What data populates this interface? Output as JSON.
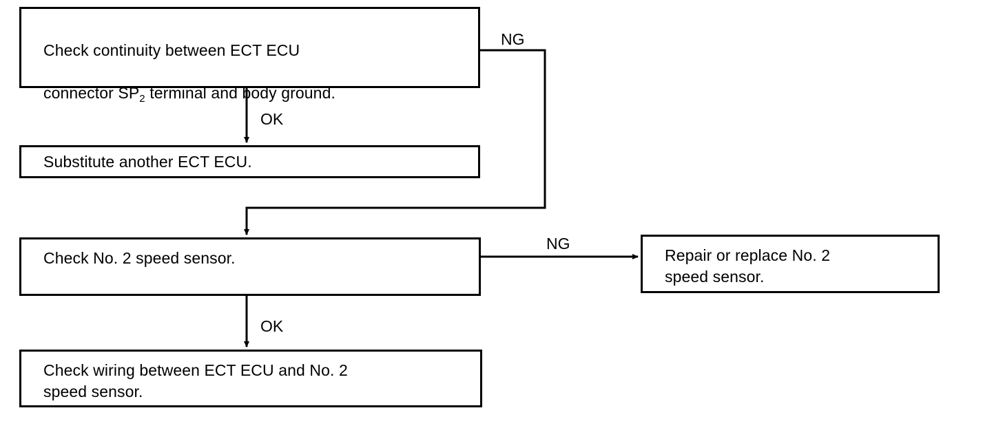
{
  "diagram": {
    "title": "ECT ECU No. 2 speed sensor troubleshooting flowchart",
    "type": "flowchart",
    "line_color": "#000000",
    "background_color": "#ffffff",
    "nodes": [
      {
        "id": "check-continuity",
        "line1": "Check continuity between ECT ECU",
        "line2_before": "connector SP",
        "line2_sub": "2",
        "line2_after": " terminal and body ground."
      },
      {
        "id": "substitute-ecu",
        "text": "Substitute another ECT ECU."
      },
      {
        "id": "check-speed-sensor",
        "text": "Check No. 2 speed sensor."
      },
      {
        "id": "repair-speed-sensor",
        "text": "Repair or replace No. 2\nspeed sensor."
      },
      {
        "id": "check-wiring",
        "text": "Check wiring between ECT ECU and No. 2\nspeed sensor."
      }
    ],
    "edge_labels": {
      "ng_top": "NG",
      "ok_top": "OK",
      "ng_middle": "NG",
      "ok_bottom": "OK"
    }
  }
}
